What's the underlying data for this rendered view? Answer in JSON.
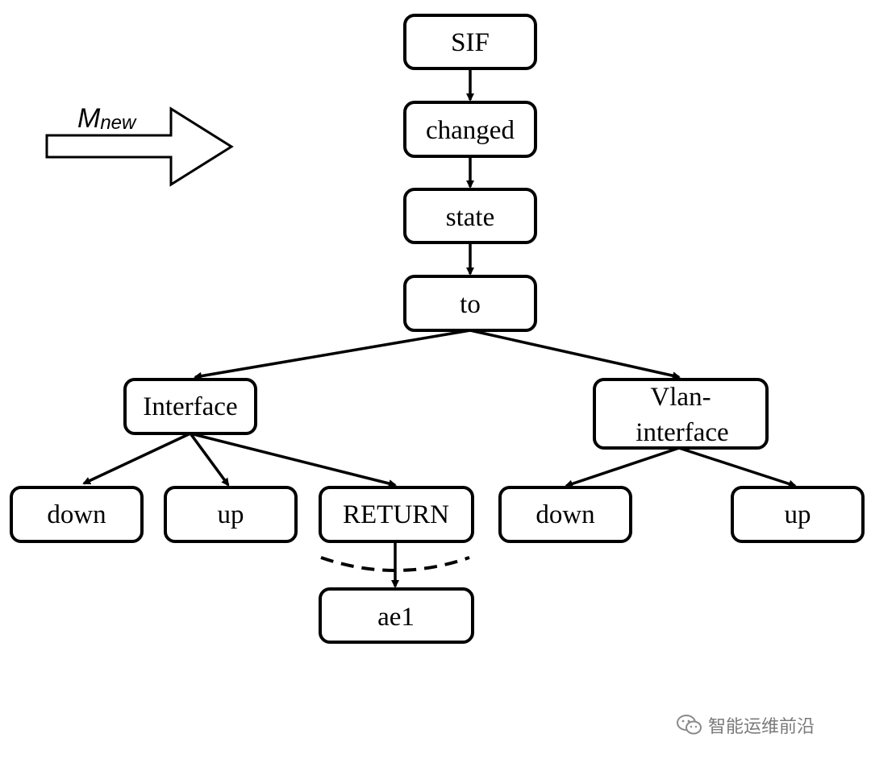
{
  "diagram": {
    "label": {
      "main": "M",
      "subscript": "new"
    },
    "nodes": {
      "sif": "SIF",
      "changed": "changed",
      "state": "state",
      "to": "to",
      "interface": "Interface",
      "vlan_line1": "Vlan-",
      "vlan_line2": "interface",
      "down_left": "down",
      "up_left": "up",
      "return": "RETURN",
      "ae1": "ae1",
      "down_right": "down",
      "up_right": "up"
    }
  },
  "watermark": {
    "text": "智能运维前沿",
    "icon": "wechat-icon"
  }
}
